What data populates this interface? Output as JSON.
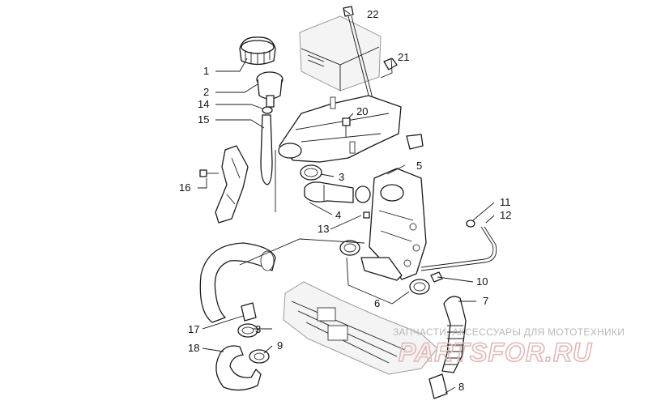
{
  "diagram": {
    "callouts": [
      {
        "id": "1",
        "label": "1"
      },
      {
        "id": "2",
        "label": "2"
      },
      {
        "id": "3a",
        "label": "3"
      },
      {
        "id": "3b",
        "label": "3"
      },
      {
        "id": "4",
        "label": "4"
      },
      {
        "id": "5",
        "label": "5"
      },
      {
        "id": "6",
        "label": "6"
      },
      {
        "id": "7",
        "label": "7"
      },
      {
        "id": "8",
        "label": "8"
      },
      {
        "id": "9",
        "label": "9"
      },
      {
        "id": "10",
        "label": "10"
      },
      {
        "id": "11",
        "label": "11"
      },
      {
        "id": "12",
        "label": "12"
      },
      {
        "id": "13",
        "label": "13"
      },
      {
        "id": "14",
        "label": "14"
      },
      {
        "id": "15",
        "label": "15"
      },
      {
        "id": "16",
        "label": "16"
      },
      {
        "id": "17",
        "label": "17"
      },
      {
        "id": "18",
        "label": "18"
      },
      {
        "id": "20",
        "label": "20"
      },
      {
        "id": "21",
        "label": "21"
      },
      {
        "id": "22",
        "label": "22"
      }
    ]
  },
  "watermark": {
    "tagline": "ЗАПЧАСТИ, АКСЕССУАРЫ ДЛЯ МОТОТЕХНИКИ",
    "logo": "PARTSFOR.RU",
    "color": "#e2b8b4"
  }
}
